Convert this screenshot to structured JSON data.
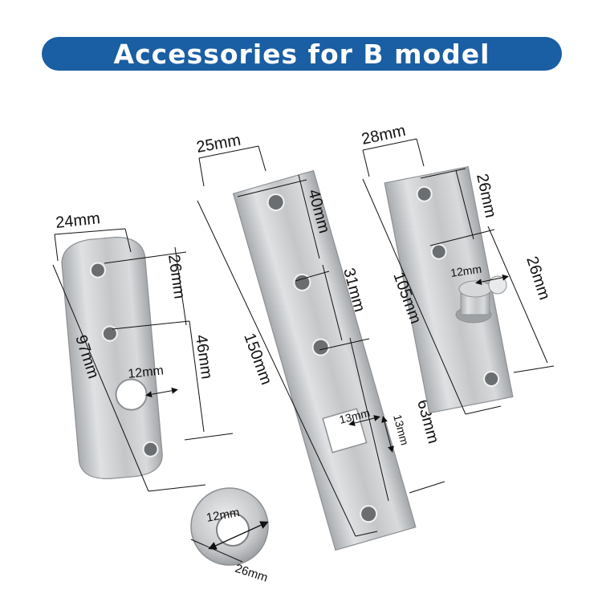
{
  "banner": {
    "title": "Accessories for B model"
  },
  "colors": {
    "banner_bg": "#1a5ea3",
    "banner_text": "#ffffff",
    "steel": "#c9cbcd",
    "dim_line": "#111111"
  },
  "plate_left": {
    "width": "24mm",
    "length": "97mm",
    "hole_top": "26mm",
    "hole_mid": "46mm",
    "hole_big": "12mm"
  },
  "plate_middle": {
    "width": "25mm",
    "length": "150mm",
    "hole_1": "40mm",
    "hole_2": "31mm",
    "square_w": "13mm",
    "square_h": "13mm",
    "bottom": "63mm"
  },
  "plate_right": {
    "width": "28mm",
    "length": "105mm",
    "hole_1": "26mm",
    "pin": "12mm",
    "hole_2": "26mm"
  },
  "washer": {
    "inner": "12mm",
    "outer": "26mm"
  }
}
